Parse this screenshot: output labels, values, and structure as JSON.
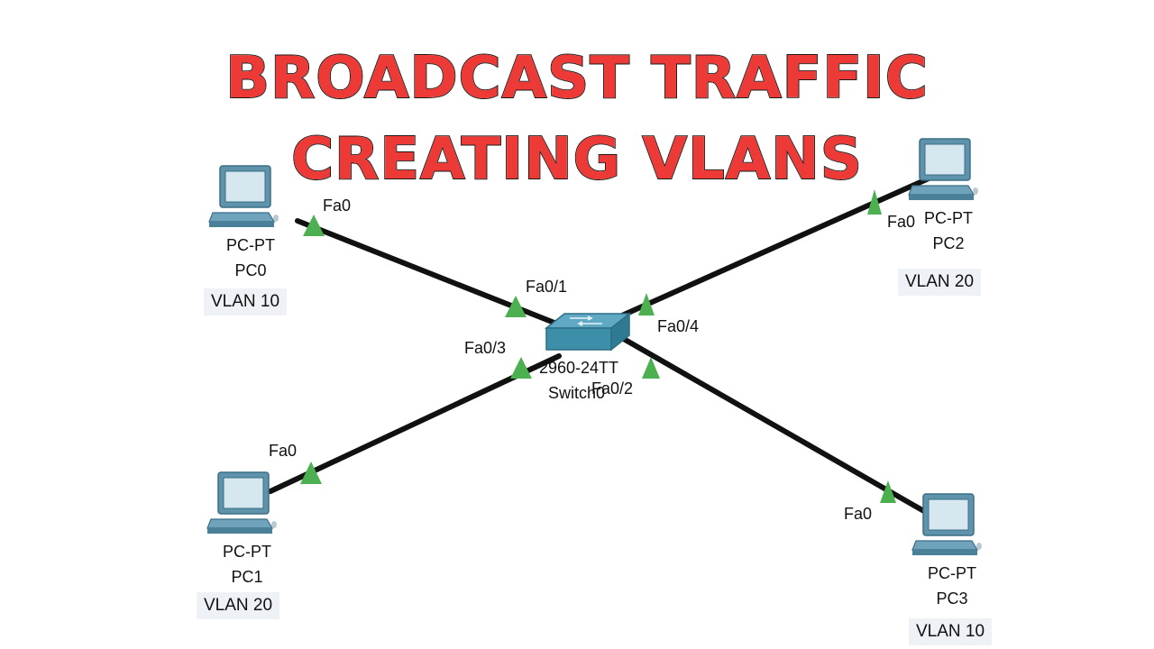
{
  "title": {
    "line1": "BROADCAST TRAFFIC",
    "line2": "CREATING VLANS"
  },
  "colors": {
    "title_fill": "#ee3a36",
    "link": "#111111",
    "port_indicator": "#4caf50",
    "vlan_box": "#eef1f5",
    "switch": "#3d8ea8",
    "pc_body": "#7fb3c9"
  },
  "switch": {
    "model": "2960-24TT",
    "name": "Switch0"
  },
  "pcs": [
    {
      "id": "pc0",
      "type": "PC-PT",
      "name": "PC0",
      "port": "Fa0",
      "vlan": "VLAN 10",
      "switch_port": "Fa0/1"
    },
    {
      "id": "pc1",
      "type": "PC-PT",
      "name": "PC1",
      "port": "Fa0",
      "vlan": "VLAN 20",
      "switch_port": "Fa0/3"
    },
    {
      "id": "pc2",
      "type": "PC-PT",
      "name": "PC2",
      "port": "Fa0",
      "vlan": "VLAN 20",
      "switch_port": "Fa0/4"
    },
    {
      "id": "pc3",
      "type": "PC-PT",
      "name": "PC3",
      "port": "Fa0",
      "vlan": "VLAN 10",
      "switch_port": "Fa0/2"
    }
  ]
}
